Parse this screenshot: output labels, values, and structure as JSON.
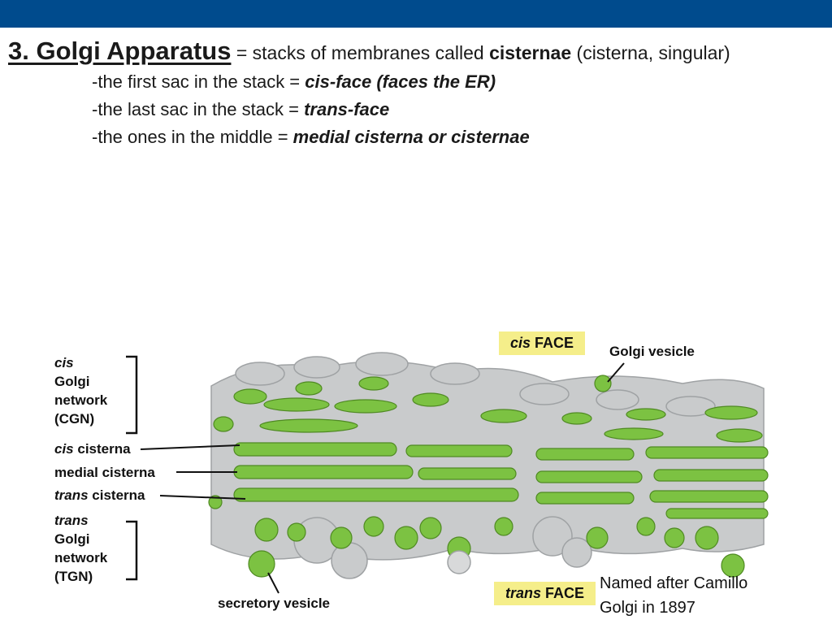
{
  "slide": {
    "title_number_name": "3. Golgi Apparatus",
    "title_eq": " = stacks of membranes called ",
    "title_term": "cisternae",
    "title_paren": " (cisterna, singular)",
    "lines": [
      {
        "prefix": "-the first sac in the stack = ",
        "term": "cis-face (faces the ER)"
      },
      {
        "prefix": "-the last sac in the stack = ",
        "term": "trans-face"
      },
      {
        "prefix": "-the ones in the middle = ",
        "term": "medial cisterna or cisternae"
      }
    ]
  },
  "figure": {
    "cgn": {
      "line1": "cis",
      "line2": "Golgi",
      "line3": "network",
      "line4": "(CGN)"
    },
    "cis_cisterna": {
      "italic": "cis",
      "rest": " cisterna"
    },
    "medial_cisterna": "medial cisterna",
    "trans_cisterna": {
      "italic": "trans",
      "rest": " cisterna"
    },
    "tgn": {
      "line1": "trans",
      "line2": "Golgi",
      "line3": "network",
      "line4": "(TGN)"
    },
    "secretory_vesicle": "secretory vesicle",
    "golgi_vesicle": "Golgi vesicle",
    "cis_face": {
      "italic": "cis",
      "rest": " FACE"
    },
    "trans_face": {
      "italic": "trans",
      "rest": " FACE"
    },
    "colors": {
      "membrane": "#c9cbcc",
      "lumen": "#7cc242",
      "highlight": "#f5ee8a",
      "header": "#004b8d"
    }
  },
  "caption": {
    "line1": "Named after Camillo",
    "line2": "Golgi in 1897"
  }
}
